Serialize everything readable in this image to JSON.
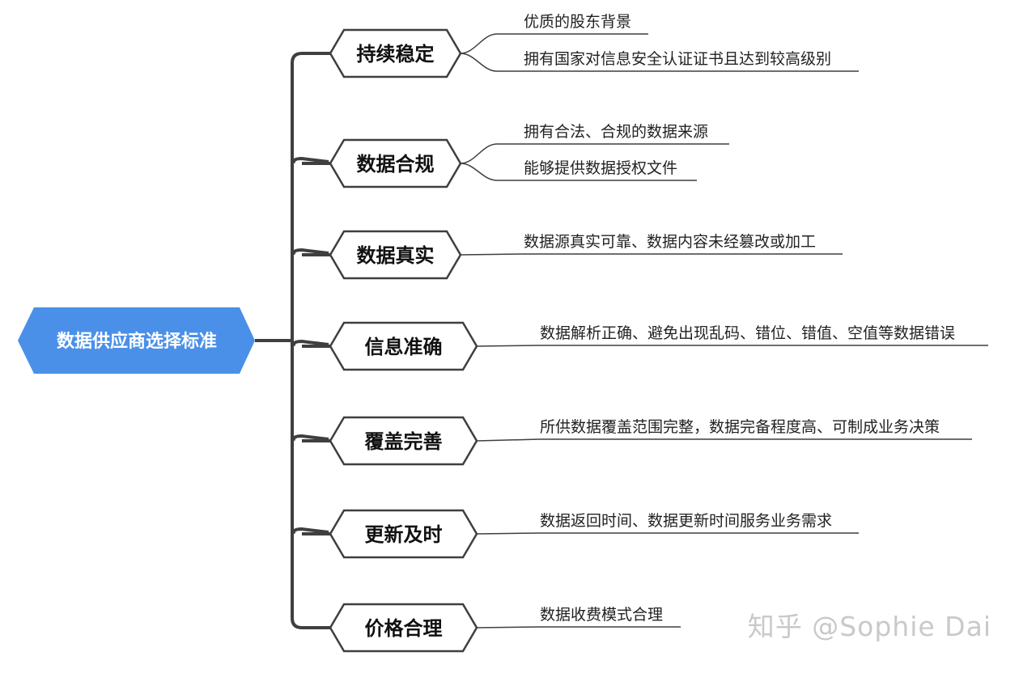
{
  "root": {
    "label": "数据供应商选择标准",
    "color": "#4a90e8"
  },
  "branches": [
    {
      "label": "持续稳定",
      "items": [
        "优质的股东背景",
        "拥有国家对信息安全认证证书且达到较高级别"
      ]
    },
    {
      "label": "数据合规",
      "items": [
        "拥有合法、合规的数据来源",
        "能够提供数据授权文件"
      ]
    },
    {
      "label": "数据真实",
      "items": [
        "数据源真实可靠、数据内容未经篡改或加工"
      ]
    },
    {
      "label": "信息准确",
      "items": [
        "数据解析正确、避免出现乱码、错位、错值、空值等数据错误"
      ]
    },
    {
      "label": "覆盖完善",
      "items": [
        "所供数据覆盖范围完整，数据完备程度高、可制成业务决策"
      ]
    },
    {
      "label": "更新及时",
      "items": [
        "数据返回时间、数据更新时间服务业务需求"
      ]
    },
    {
      "label": "价格合理",
      "items": [
        "数据收费模式合理"
      ]
    }
  ],
  "watermark": "知乎 @Sophie Dai"
}
